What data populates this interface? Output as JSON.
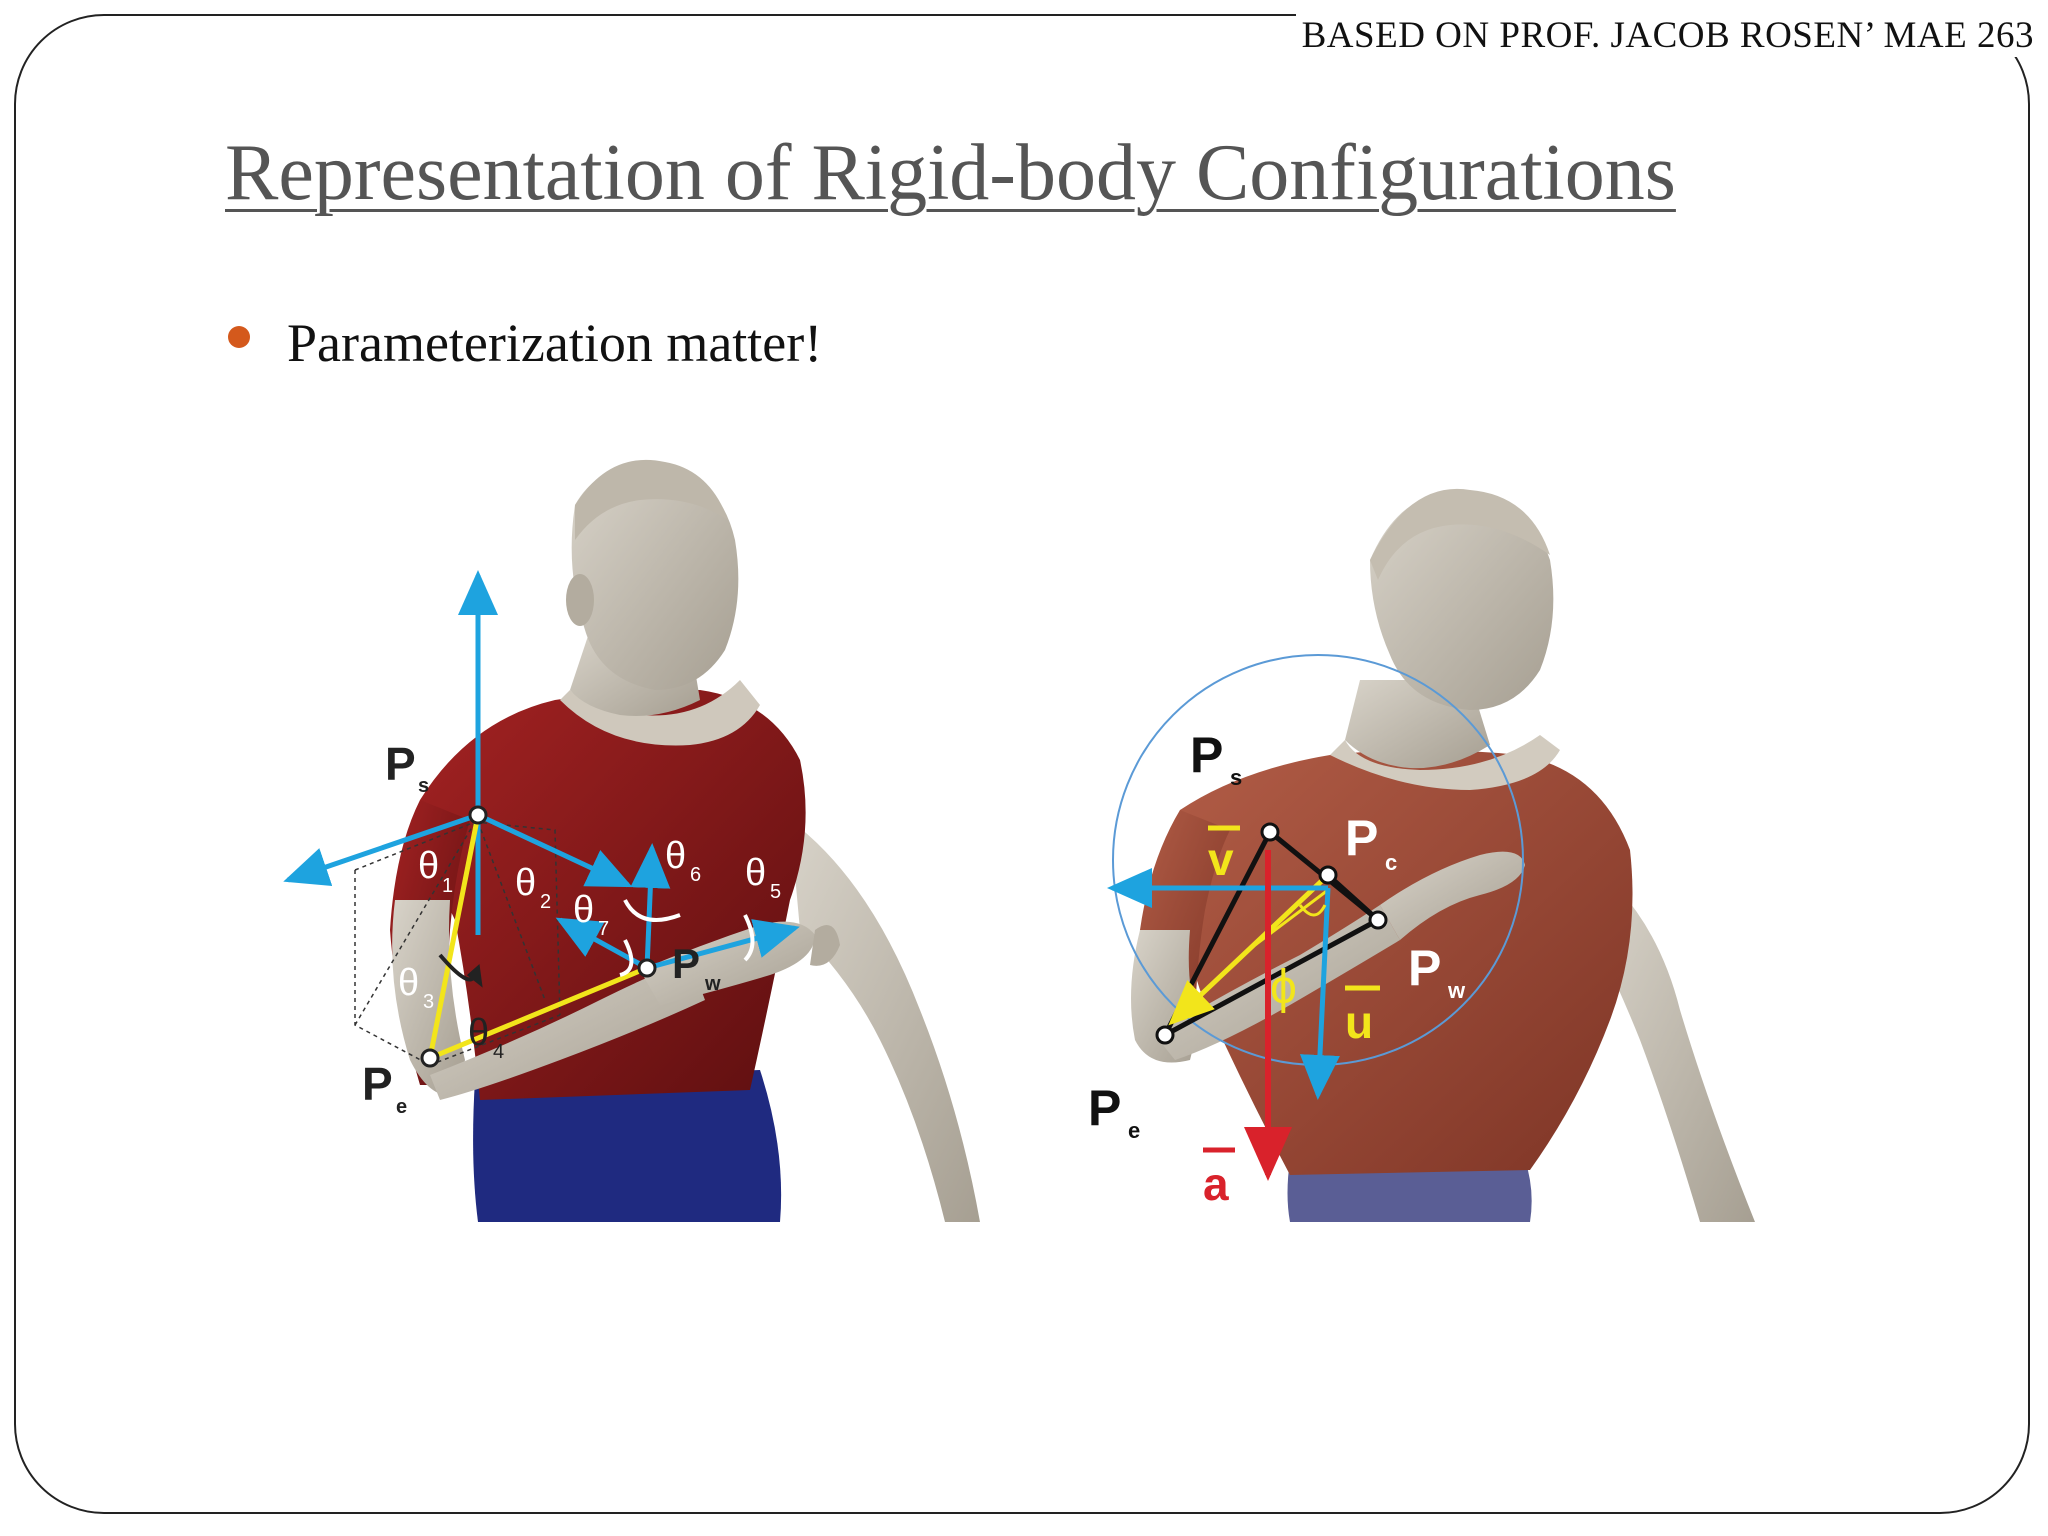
{
  "header": {
    "text": "BASED ON PROF. JACOB ROSEN’ MAE 263"
  },
  "slide": {
    "title": "Representation of Rigid-body Configurations",
    "bullets": [
      "Parameterization matter!"
    ]
  },
  "figure_left": {
    "shoulder": {
      "main": "P",
      "sub": "s"
    },
    "elbow": {
      "main": "P",
      "sub": "e"
    },
    "wrist": {
      "main": "P",
      "sub": "w"
    },
    "angles": [
      {
        "main": "θ",
        "sub": "1"
      },
      {
        "main": "θ",
        "sub": "2"
      },
      {
        "main": "θ",
        "sub": "3"
      },
      {
        "main": "θ",
        "sub": "4"
      },
      {
        "main": "θ",
        "sub": "5"
      },
      {
        "main": "θ",
        "sub": "6"
      },
      {
        "main": "θ",
        "sub": "7"
      }
    ]
  },
  "figure_right": {
    "shoulder": {
      "main": "P",
      "sub": "s"
    },
    "center": {
      "main": "P",
      "sub": "c"
    },
    "wrist": {
      "main": "P",
      "sub": "w"
    },
    "elbow": {
      "main": "P",
      "sub": "e"
    },
    "v_label": "v",
    "u_label": "u",
    "a_label": "a",
    "phi_label": "ϕ"
  },
  "colors": {
    "shirt": "#8b1a1a",
    "shirt_right": "#9c4a36",
    "pants": "#1f2a80",
    "skin": "#c9c3b7",
    "axis_blue": "#1ea3df",
    "link_yellow": "#f2e51b",
    "vector_red": "#d9222b",
    "bullet": "#d4591c"
  }
}
